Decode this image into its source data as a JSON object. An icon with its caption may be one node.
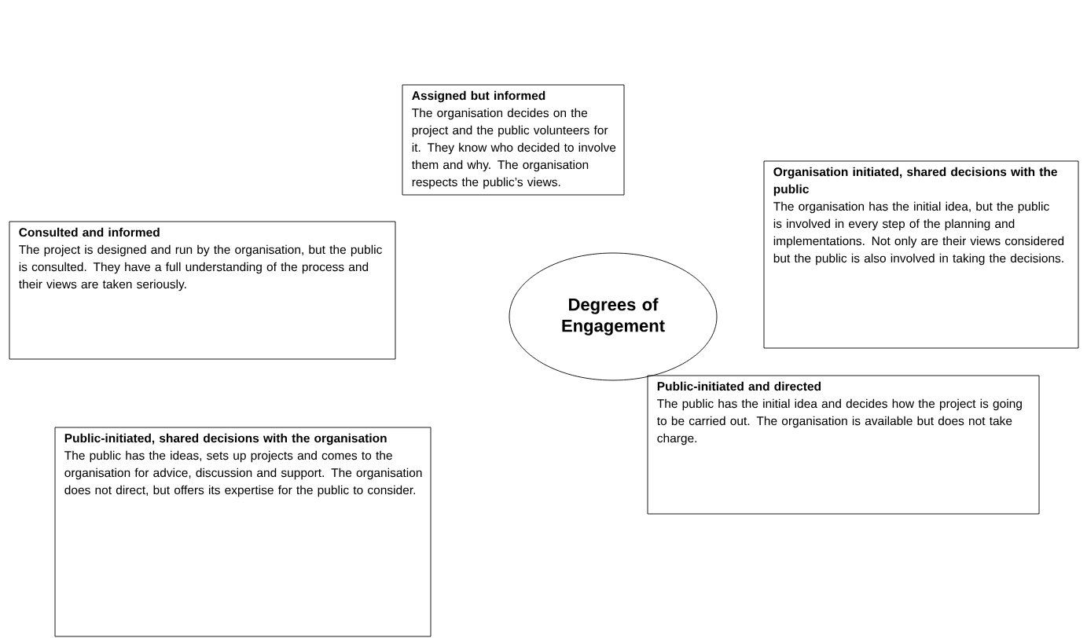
{
  "diagram": {
    "nodes": [
      {
        "text": [
          "Assigned but informed",
          "The organisation decides on the project and the public volunteers for it. They know who decided to involve them and why. The organisation respects the public’s views."
        ]
      },
      {
        "text": [
          "Organisation initiated, shared decisions with the public",
          "The organisation has the initial idea, but the public is involved in every step of the planning and implementations. Not only are their views considered but the public is also involved in taking the decisions."
        ]
      },
      {
        "text": [
          "Consulted and informed",
          "The project is designed and run by the organisation, but the public is consulted. They have a full understanding of the process and their views are taken seriously."
        ]
      },
      {
        "text": [
          "Degrees of Engagement"
        ]
      },
      {
        "text": [
          "Public-initiated and directed",
          "The public has the initial idea and decides how the project is going to be carried out. The organisation is available but does not take charge."
        ]
      },
      {
        "text": [
          "Public-initiated, shared decisions with the organisation",
          "The public has the ideas, sets up projects and comes to the organisation for advice, discussion and support. The organisation does not direct, but offers its expertise for the public to consider."
        ]
      }
    ]
  }
}
